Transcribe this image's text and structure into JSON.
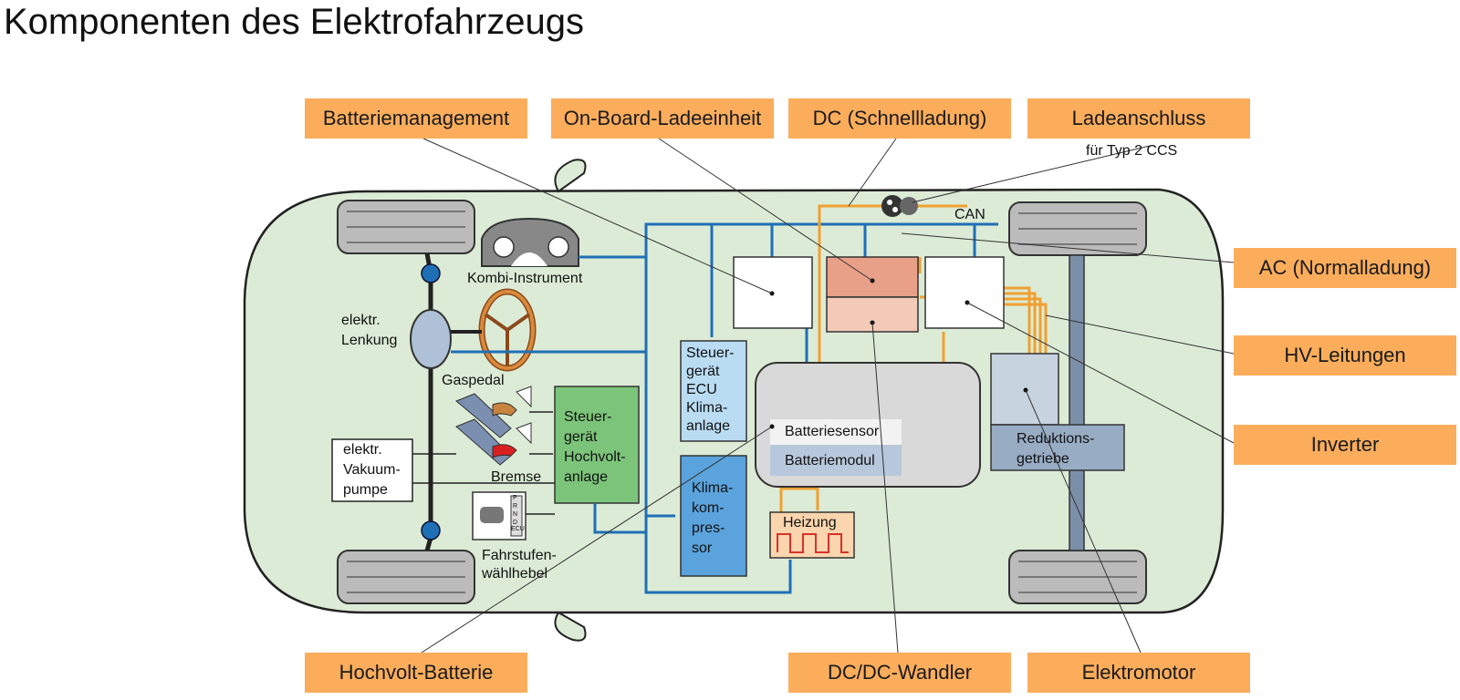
{
  "title": "Komponenten des Elektrofahrzeugs",
  "callouts": {
    "batteriemanagement": "Batteriemanagement",
    "onboard": "On-Board-Ladeeinheit",
    "dc_schnell": "DC (Schnellladung)",
    "ladeanschluss": "Ladeanschluss",
    "ac_normal": "AC (Normalladung)",
    "hv_leitungen": "HV-Leitungen",
    "inverter": "Inverter",
    "hochvolt_batterie": "Hochvolt-Batterie",
    "dcdc": "DC/DC-Wandler",
    "elektromotor": "Elektromotor"
  },
  "labels": {
    "typ2": "für Typ 2 CCS",
    "can": "CAN",
    "kombi": "Kombi-Instrument",
    "lenkung_1": "elektr.",
    "lenkung_2": "Lenkung",
    "gaspedal": "Gaspedal",
    "bremse": "Bremse",
    "vakuum_1": "elektr.",
    "vakuum_2": "Vakuum-",
    "vakuum_3": "pumpe",
    "steuer_hv_1": "Steuer-",
    "steuer_hv_2": "gerät",
    "steuer_hv_3": "Hochvolt-",
    "steuer_hv_4": "anlage",
    "ecu_klima_1": "Steuer-",
    "ecu_klima_2": "gerät",
    "ecu_klima_3": "ECU",
    "ecu_klima_4": "Klima-",
    "ecu_klima_5": "anlage",
    "klimakomp_1": "Klima-",
    "klimakomp_2": "kom-",
    "klimakomp_3": "pres-",
    "klimakomp_4": "sor",
    "heizung": "Heizung",
    "batteriesensor": "Batteriesensor",
    "batteriemodul": "Batteriemodul",
    "reduktion_1": "Reduktions-",
    "reduktion_2": "getriebe",
    "fahrstufen_1": "Fahrstufen-",
    "fahrstufen_2": "wählhebel",
    "prnd": "P R N D",
    "ecu_small": "ECU"
  },
  "colors": {
    "callout": "#fbad5c",
    "body": "#dcebd6",
    "can_line": "#1f6fb5",
    "hv_line": "#f0a030",
    "steuergeraet_hv": "#7cc47a",
    "ecu_klima": "#b9dcf3",
    "klimakompressor": "#5ba3dc",
    "dcdc_top": "#e9a089",
    "dcdc_bottom": "#f3c9b8",
    "battery": "#d9d9d9",
    "reduktion": "#98acc4"
  }
}
